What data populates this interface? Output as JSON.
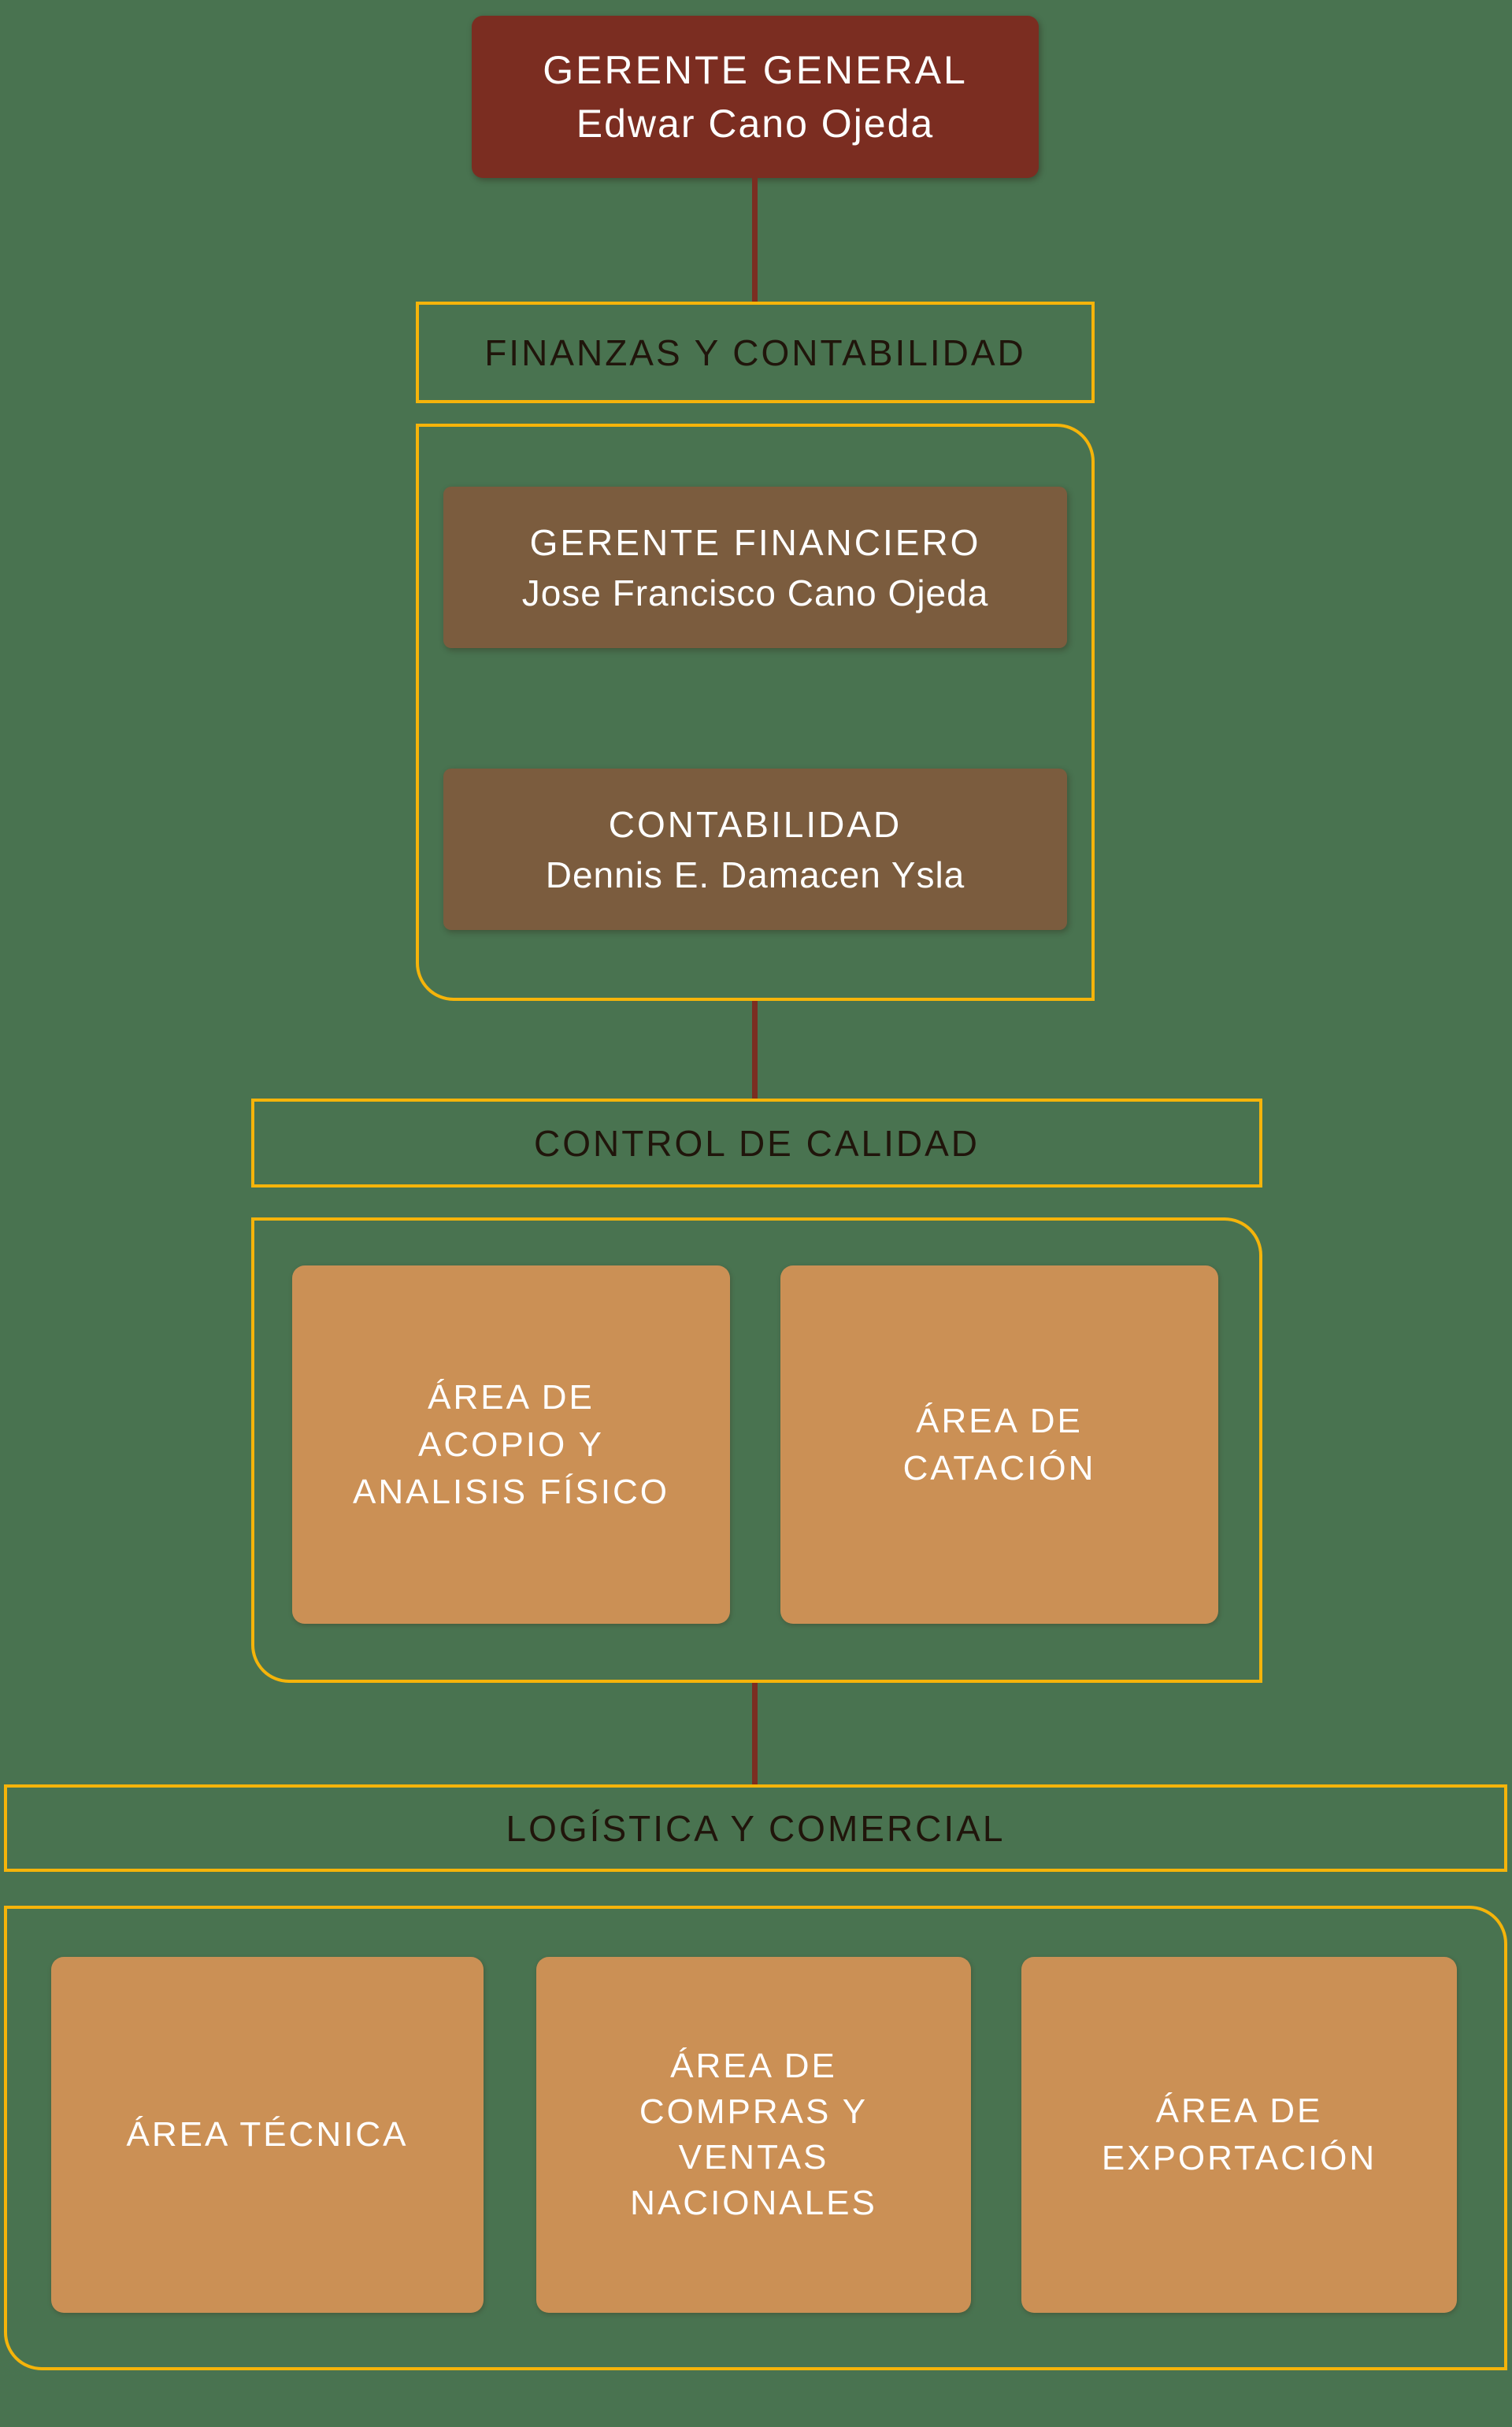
{
  "colors": {
    "background": "#497350",
    "accent_border": "#F5B40A",
    "root_node": "#7B2D21",
    "connector": "#7B2D21",
    "person_node": "#7B5C3E",
    "area_node": "#CB9055",
    "header_text": "#20150B",
    "node_text": "#FFFFFF"
  },
  "root": {
    "title": "GERENTE GENERAL",
    "name": "Edwar Cano Ojeda"
  },
  "sections": [
    {
      "header": "FINANZAS Y CONTABILIDAD",
      "boxes": [
        {
          "title": "GERENTE FINANCIERO",
          "name": "Jose Francisco Cano Ojeda"
        },
        {
          "title": "CONTABILIDAD",
          "name": "Dennis E. Damacen Ysla"
        }
      ]
    },
    {
      "header": "CONTROL DE CALIDAD",
      "areas": [
        {
          "label": "ÁREA DE\nACOPIO Y\nANALISIS FÍSICO"
        },
        {
          "label": "ÁREA DE\nCATACIÓN"
        }
      ]
    },
    {
      "header": "LOGÍSTICA Y COMERCIAL",
      "areas": [
        {
          "label": "ÁREA TÉCNICA"
        },
        {
          "label": "ÁREA DE\nCOMPRAS Y\nVENTAS\nNACIONALES"
        },
        {
          "label": "ÁREA DE\nEXPORTACIÓN"
        }
      ]
    }
  ]
}
